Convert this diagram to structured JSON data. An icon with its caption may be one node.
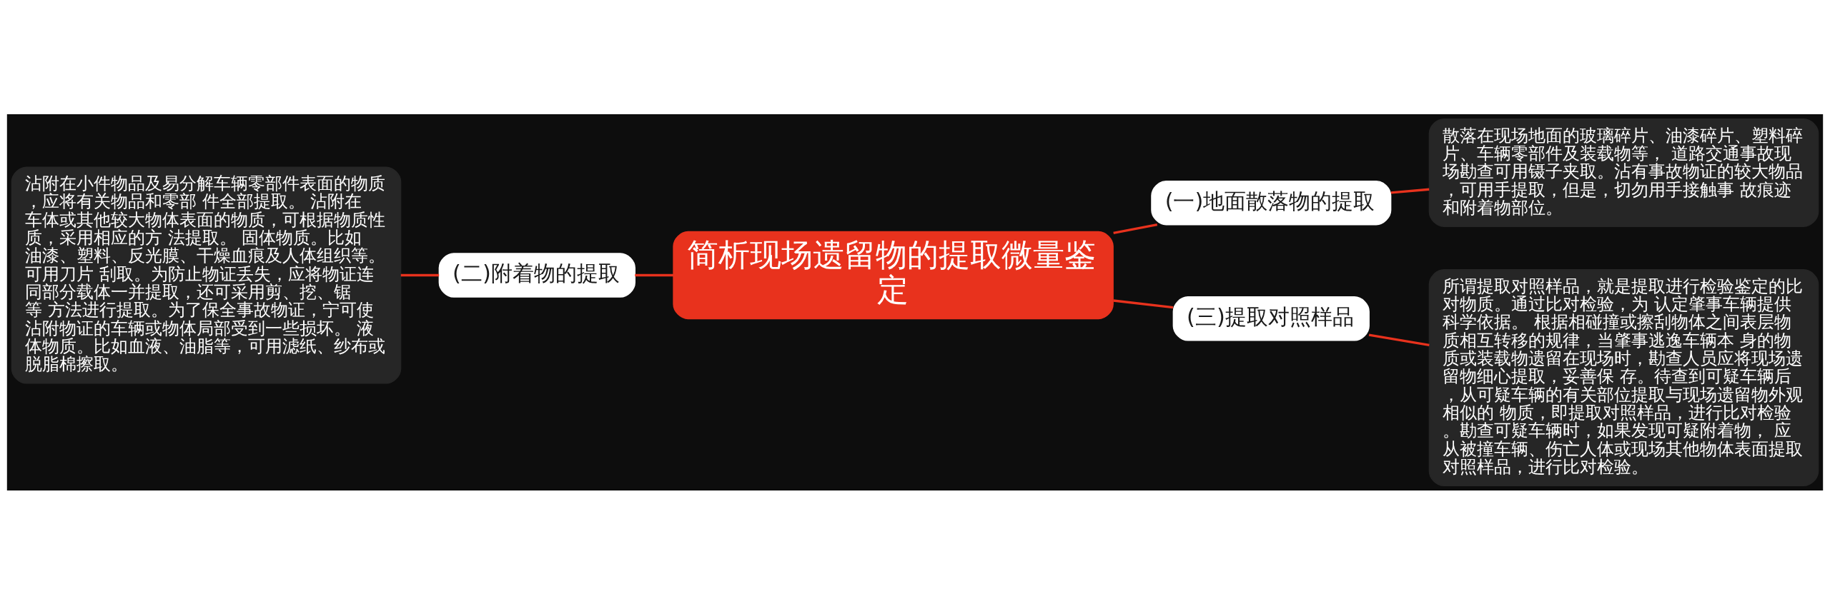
{
  "diagram": {
    "nodes": [
      {
        "text": [
          "简析现场遗留物的提取微量鉴定"
        ]
      },
      {
        "text": [
          "(二)附着物的提取"
        ]
      },
      {
        "text": [
          "沾附在小件物品及易分解车辆零部件表面的物质，应将有关物品和零部 件全部提取。 沾附在车体或其他较大物体表面的物质，可根据物质性质，采用相应的方 法提取。 固体物质。比如油漆、塑料、反光膜、干燥血痕及人体组织等。可用刀片 刮取。为防止物证丢失，应将物证连同部分载体一并提取，还可采用剪、挖、锯等 方法进行提取。为了保全事故物证，宁可使沾附物证的车辆或物体局部受到一些损坏。 液体物质。比如血液、油脂等，可用滤纸、纱布或脱脂棉擦取。"
        ]
      },
      {
        "text": [
          "(一)地面散落物的提取"
        ]
      },
      {
        "text": [
          "散落在现场地面的玻璃碎片、油漆碎片、塑料碎片、车辆零部件及装载物等， 道路交通事故现场勘查可用镊子夹取。沾有事故物证的较大物品，可用手提取，但是，切勿用手接触事 故痕迹和附着物部位。"
        ]
      },
      {
        "text": [
          "(三)提取对照样品"
        ]
      },
      {
        "text": [
          "所谓提取对照样品，就是提取进行检验鉴定的比对物质。通过比对检验，为 认定肇事车辆提供科学依据。 根据相碰撞或擦刮物体之间表层物质相互转移的规律，当肇事逃逸车辆本 身的物质或装载物遗留在现场时，勘查人员应将现场遗留物细心提取，妥善保 存。待查到可疑车辆后，从可疑车辆的有关部位提取与现场遗留物外观相似的 物质，即提取对照样品，进行比对检验。勘查可疑车辆时，如果发现可疑附着物， 应从被撞车辆、伤亡人体或现场其他物体表面提取对照样品，进行比对检验。"
        ]
      }
    ],
    "edges": [
      {
        "from": 2,
        "to": 1,
        "arrow": "none"
      },
      {
        "from": 1,
        "to": 0,
        "arrow": "none"
      },
      {
        "from": 0,
        "to": 3,
        "arrow": "none"
      },
      {
        "from": 3,
        "to": 4,
        "arrow": "none"
      },
      {
        "from": 0,
        "to": 5,
        "arrow": "none"
      },
      {
        "from": 5,
        "to": 6,
        "arrow": "none"
      }
    ]
  }
}
